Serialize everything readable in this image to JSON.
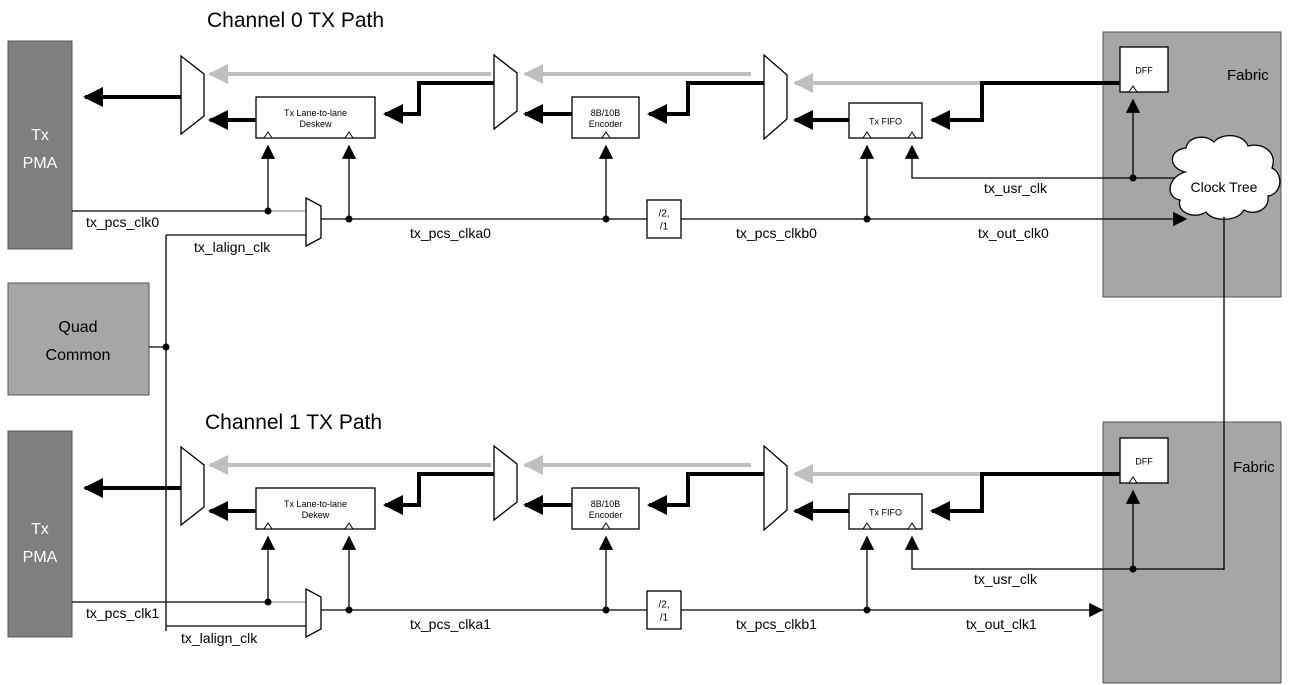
{
  "titles": {
    "ch0": "Channel 0 TX Path",
    "ch1": "Channel 1 TX Path"
  },
  "blocks": {
    "tx_pma": [
      "Tx",
      "PMA"
    ],
    "quad_common": [
      "Quad",
      "Common"
    ],
    "fabric": "Fabric",
    "dff": "DFF",
    "clock_tree": "Clock Tree",
    "encoder": [
      "8B/10B",
      "Encoder"
    ],
    "tx_fifo": "Tx FIFO",
    "divider": [
      "/2,",
      "/1"
    ],
    "deskew0": [
      "Tx Lane-to-lane",
      "Deskew"
    ],
    "deskew1": [
      "Tx Lane-to-lane",
      "Dekew"
    ]
  },
  "signals": {
    "ch0": {
      "pcs_clk": "tx_pcs_clk0",
      "lalign_clk": "tx_lalign_clk",
      "pcs_clka": "tx_pcs_clka0",
      "pcs_clkb": "tx_pcs_clkb0",
      "out_clk": "tx_out_clk0",
      "usr_clk": "tx_usr_clk"
    },
    "ch1": {
      "pcs_clk": "tx_pcs_clk1",
      "lalign_clk": "tx_lalign_clk",
      "pcs_clka": "tx_pcs_clka1",
      "pcs_clkb": "tx_pcs_clkb1",
      "out_clk": "tx_out_clk1",
      "usr_clk": "tx_usr_clk"
    }
  },
  "colors": {
    "block_fill": "#a6a6a6",
    "pma_fill": "#7f7f7f",
    "bypass_line": "#bfbfbf",
    "line": "#000000"
  }
}
